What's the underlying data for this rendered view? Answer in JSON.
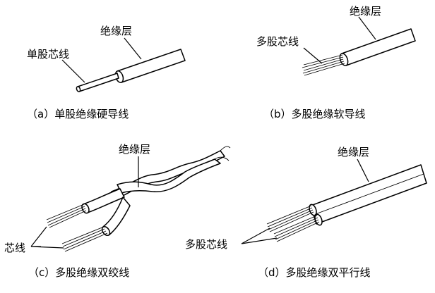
{
  "panels": [
    {
      "id": "a",
      "caption": "（a）单股绝缘硬导线",
      "labels": {
        "insulation": "绝缘层",
        "core": "单股芯线"
      }
    },
    {
      "id": "b",
      "caption": "（b）多股绝缘软导线",
      "labels": {
        "insulation": "绝缘层",
        "core": "多股芯线"
      }
    },
    {
      "id": "c",
      "caption": "（c）多股绝缘双绞线",
      "labels": {
        "insulation": "绝缘层",
        "core": "芯线"
      }
    },
    {
      "id": "d",
      "caption": "（d）多股绝缘双平行线",
      "labels": {
        "insulation": "绝缘层",
        "core": "多股芯线"
      }
    }
  ]
}
